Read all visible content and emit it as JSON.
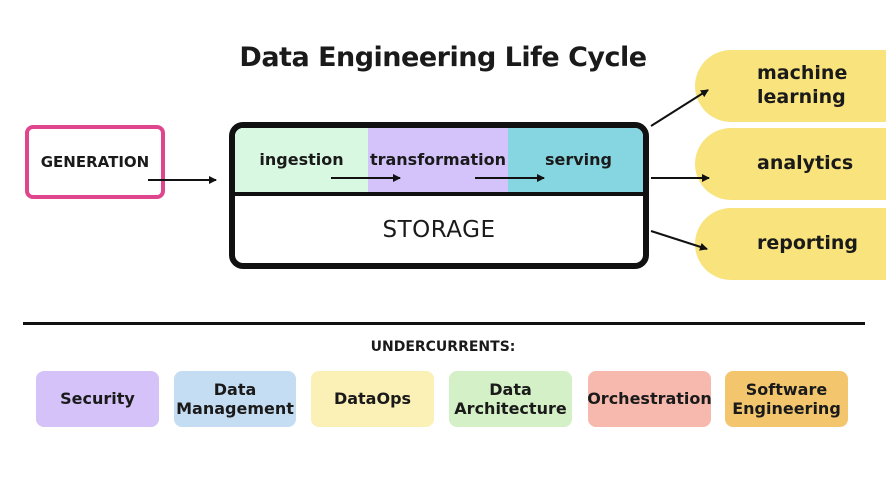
{
  "title": "Data Engineering Life Cycle",
  "generation": "GENERATION",
  "pipeline": {
    "stages": [
      "ingestion",
      "transformation",
      "serving"
    ],
    "storage": "STORAGE"
  },
  "outputs": [
    {
      "line1": "machine",
      "line2": "learning"
    },
    {
      "line1": "analytics",
      "line2": ""
    },
    {
      "line1": "reporting",
      "line2": ""
    }
  ],
  "undercurrents": {
    "title": "UNDERCURRENTS:",
    "items": [
      {
        "line1": "Security",
        "line2": "",
        "color": "#d4c2f8"
      },
      {
        "line1": "Data",
        "line2": "Management",
        "color": "#c5ddf2"
      },
      {
        "line1": "DataOps",
        "line2": "",
        "color": "#fbf0b6"
      },
      {
        "line1": "Data",
        "line2": "Architecture",
        "color": "#d4f0c6"
      },
      {
        "line1": "Orchestration",
        "line2": "",
        "color": "#f7b9ad"
      },
      {
        "line1": "Software",
        "line2": "Engineering",
        "color": "#f3c66e"
      }
    ]
  },
  "colors": {
    "generation_border": "#e0468e",
    "ingestion": "#d8f8e2",
    "transformation": "#d3c3fa",
    "serving": "#86d6e2",
    "output": "#f8e37d"
  }
}
